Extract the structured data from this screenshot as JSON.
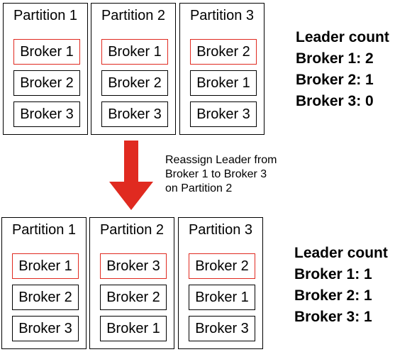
{
  "before": {
    "partitions": [
      {
        "title": "Partition 1",
        "brokers": [
          "Broker 1",
          "Broker 2",
          "Broker 3"
        ]
      },
      {
        "title": "Partition 2",
        "brokers": [
          "Broker 1",
          "Broker 2",
          "Broker 3"
        ]
      },
      {
        "title": "Partition 3",
        "brokers": [
          "Broker 2",
          "Broker 1",
          "Broker 3"
        ]
      }
    ],
    "leader_count": {
      "title": "Leader count",
      "lines": [
        "Broker 1: 2",
        "Broker 2: 1",
        "Broker 3: 0"
      ]
    }
  },
  "transition": {
    "note_lines": [
      "Reassign Leader from",
      "Broker 1 to Broker 3",
      "on Partition 2"
    ],
    "arrow_color": "#e02a20"
  },
  "after": {
    "partitions": [
      {
        "title": "Partition 1",
        "brokers": [
          "Broker 1",
          "Broker 2",
          "Broker 3"
        ]
      },
      {
        "title": "Partition 2",
        "brokers": [
          "Broker 3",
          "Broker 2",
          "Broker 1"
        ]
      },
      {
        "title": "Partition 3",
        "brokers": [
          "Broker 2",
          "Broker 1",
          "Broker 3"
        ]
      }
    ],
    "leader_count": {
      "title": "Leader count",
      "lines": [
        "Broker 1: 1",
        "Broker 2: 1",
        "Broker 3: 1"
      ]
    }
  },
  "colors": {
    "leader_border": "#e02a20",
    "box_border": "#000000"
  }
}
